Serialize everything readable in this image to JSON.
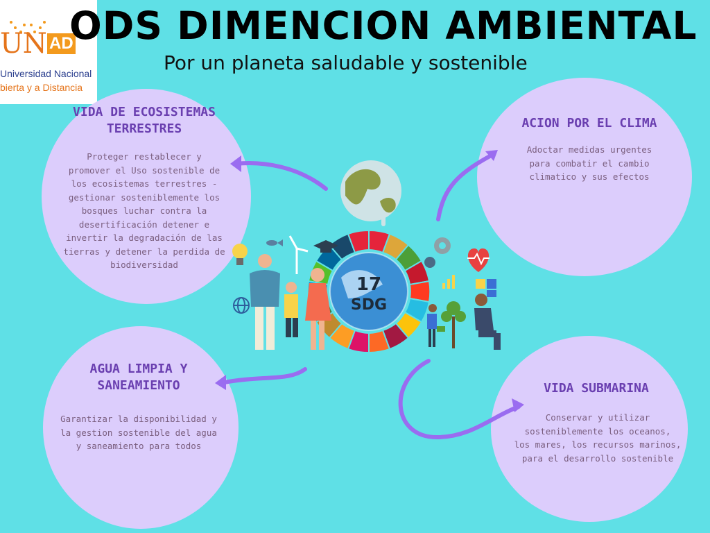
{
  "logo": {
    "name": "UN",
    "badge": "AD",
    "line1": "Universidad Nacional",
    "line2": "bierta y a Distancia"
  },
  "header": {
    "title": "ODS DIMENCION AMBIENTAL",
    "subtitle": "Por un planeta saludable y sostenible"
  },
  "center": {
    "sdg_number": "17",
    "sdg_label": "SDG"
  },
  "circles": {
    "terrestres": {
      "title_lines": [
        "VIDA DE ECOSISTEMAS",
        "TERRESTRES"
      ],
      "body_lines": [
        "Proteger restablecer y",
        "promover el Uso sostenible de",
        "los ecosistemas terrestres -",
        "gestionar sosteniblemente los",
        "bosques luchar contra la",
        "desertificación detener e",
        "invertir la degradación de las",
        "tierras y detener la perdida de",
        "biodiversidad"
      ]
    },
    "clima": {
      "title_lines": [
        "ACION POR EL CLIMA"
      ],
      "body_lines": [
        "Adoctar medidas urgentes",
        "para combatir el cambio",
        "climatico y sus efectos"
      ]
    },
    "agua": {
      "title_lines": [
        "AGUA LIMPIA Y",
        "SANEAMIENTO"
      ],
      "body_lines": [
        "Garantizar la disponibilidad y",
        "la gestion sostenible del agua",
        "y saneamiento para todos"
      ]
    },
    "submarina": {
      "title_lines": [
        "VIDA SUBMARINA"
      ],
      "body_lines": [
        "Conservar y utilizar",
        "sosteniblemente los oceanos,",
        "los mares, los recursos marinos,",
        "para el desarrollo sostenible"
      ]
    }
  },
  "colors": {
    "background": "#5fe0e6",
    "circle": "#dccdfc",
    "circle_title": "#6a3fb0",
    "arrow": "#9a6cf0"
  },
  "icons": [
    "globe-icon",
    "gear-icon",
    "heart-icon",
    "puzzle-icon",
    "bar-chart-icon",
    "graduation-cap-icon",
    "lightbulb-icon",
    "wind-turbine-icon",
    "fish-icon",
    "world-icon",
    "tree-icon"
  ]
}
